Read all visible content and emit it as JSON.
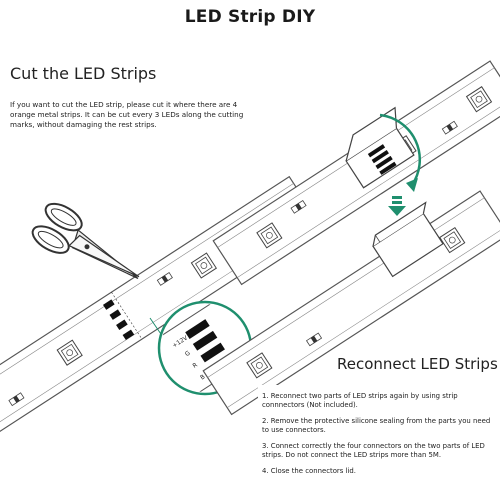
{
  "page": {
    "title": "LED Strip DIY"
  },
  "cut_section": {
    "heading": "Cut the LED Strips",
    "body": "If you want to cut the LED strip, please cut it where there are 4 orange metal strips. It can be cut every 3 LEDs along the cutting marks, without damaging the rest strips."
  },
  "reconnect_section": {
    "heading": "Reconnect LED Strips",
    "steps": [
      "1. Reconnect two parts of LED strips again by using strip connnectors (Not included).",
      "2. Remove the protective silicone sealing from the parts you need to use connectors.",
      "3. Connect correctly the four connectors on the two parts of LED strips. Do not connect the LED strips more than 5M.",
      "4. Close the connectors lid."
    ]
  },
  "pad_labels": {
    "voltage": "+12V",
    "g": "G",
    "r": "R",
    "b": "B"
  },
  "icons": {
    "scissors": "scissors-icon",
    "rotate_arrow": "curved-arrow-icon",
    "down_arrow": "down-arrow-icon",
    "magnifier": "magnifier-circle"
  },
  "colors": {
    "accent": "#1f8f6e",
    "strip_outline": "#555555",
    "text": "#222222"
  }
}
